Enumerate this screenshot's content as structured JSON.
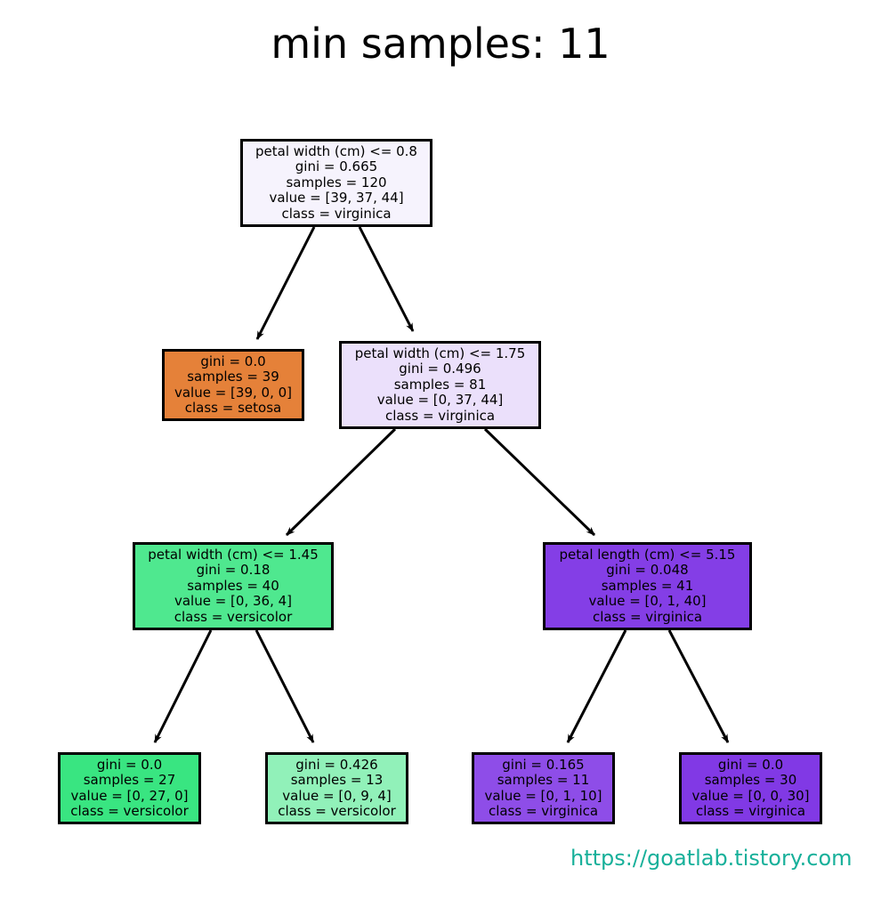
{
  "title": "min samples: 11",
  "watermark": "https://goatlab.tistory.com",
  "colors": {
    "setosa": "#e58139",
    "versicolor": "#39e581",
    "virginica": "#8139e5",
    "border": "#000000",
    "watermark": "#17b09a"
  },
  "tree": {
    "nodes": [
      {
        "id": "root",
        "split": "petal width (cm) <= 0.8",
        "gini": "gini = 0.665",
        "samples": "samples = 120",
        "value": "value = [39, 37, 44]",
        "class": "class = virginica",
        "fill": "#f6f3fd"
      },
      {
        "id": "setosa-leaf",
        "gini": "gini = 0.0",
        "samples": "samples = 39",
        "value": "value = [39, 0, 0]",
        "class": "class = setosa",
        "fill": "#e58139"
      },
      {
        "id": "split-1-75",
        "split": "petal width (cm) <= 1.75",
        "gini": "gini = 0.496",
        "samples": "samples = 81",
        "value": "value = [0, 37, 44]",
        "class": "class = virginica",
        "fill": "#ebe0fb"
      },
      {
        "id": "split-1-45",
        "split": "petal width (cm) <= 1.45",
        "gini": "gini = 0.18",
        "samples": "samples = 40",
        "value": "value = [0, 36, 4]",
        "class": "class = versicolor",
        "fill": "#4fe88f"
      },
      {
        "id": "split-5-15",
        "split": "petal length (cm) <= 5.15",
        "gini": "gini = 0.048",
        "samples": "samples = 41",
        "value": "value = [0, 1, 40]",
        "class": "class = virginica",
        "fill": "#843ee6"
      },
      {
        "id": "versicolor-leaf-27",
        "gini": "gini = 0.0",
        "samples": "samples = 27",
        "value": "value = [0, 27, 0]",
        "class": "class = versicolor",
        "fill": "#39e581"
      },
      {
        "id": "versicolor-leaf-13",
        "gini": "gini = 0.426",
        "samples": "samples = 13",
        "value": "value = [0, 9, 4]",
        "class": "class = versicolor",
        "fill": "#91f1b9"
      },
      {
        "id": "virginica-leaf-11",
        "gini": "gini = 0.165",
        "samples": "samples = 11",
        "value": "value = [0, 1, 10]",
        "class": "class = virginica",
        "fill": "#8e4de8"
      },
      {
        "id": "virginica-leaf-30",
        "gini": "gini = 0.0",
        "samples": "samples = 30",
        "value": "value = [0, 0, 30]",
        "class": "class = virginica",
        "fill": "#8139e5"
      }
    ],
    "edges": [
      [
        "root",
        "setosa-leaf"
      ],
      [
        "root",
        "split-1-75"
      ],
      [
        "split-1-75",
        "split-1-45"
      ],
      [
        "split-1-75",
        "split-5-15"
      ],
      [
        "split-1-45",
        "versicolor-leaf-27"
      ],
      [
        "split-1-45",
        "versicolor-leaf-13"
      ],
      [
        "split-5-15",
        "virginica-leaf-11"
      ],
      [
        "split-5-15",
        "virginica-leaf-30"
      ]
    ]
  }
}
